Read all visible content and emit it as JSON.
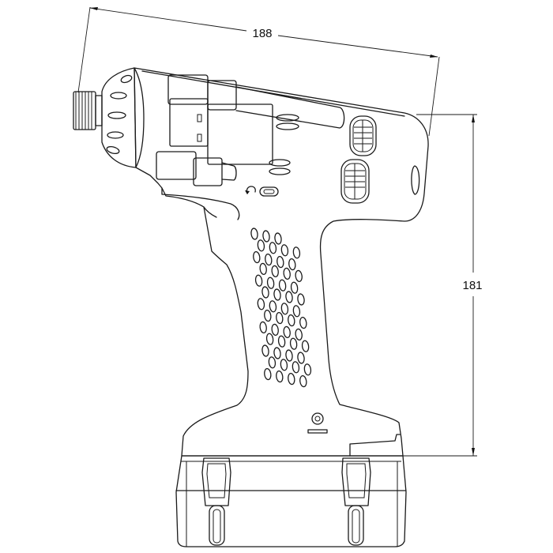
{
  "dimensions": {
    "length": "188",
    "height": "181"
  },
  "vent_pattern": {
    "rows": 13,
    "columns": 4
  }
}
